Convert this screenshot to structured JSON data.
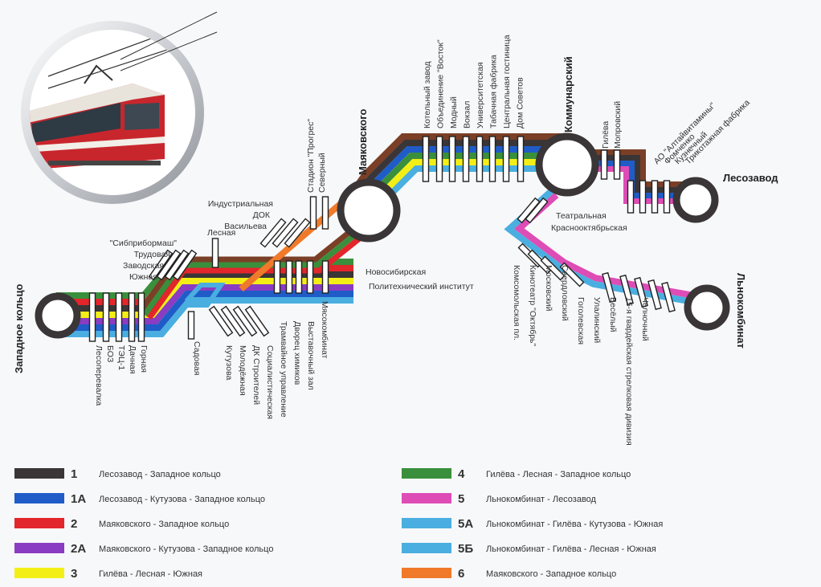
{
  "colors": {
    "black": "#3a3536",
    "blue": "#1f5cc8",
    "red": "#e2262b",
    "purple": "#8a3cc2",
    "yellow": "#f3ef16",
    "green": "#3a8f3c",
    "pink": "#de4cb6",
    "cyan": "#4aaee0",
    "orange": "#f07a2a",
    "brown": "#7a3f26"
  },
  "hubs": {
    "zapadnoe": "Западное кольцо",
    "mayakovskogo": "Маяковского",
    "kommunarsky": "Коммунарский",
    "lesozavod": "Лесозавод",
    "lnokombinat": "Льнокомбинат"
  },
  "stations": {
    "left_bottom": [
      "Лесоперевалка",
      "БОЗ",
      "ТЭЦ-1",
      "Дачная",
      "Горная"
    ],
    "left_top": [
      "\"Сибприбормаш\"",
      "Трудовая",
      "Заводская",
      "Южная"
    ],
    "lesnaya": "Лесная",
    "sadovaya": "Садовая",
    "middle_bottom": [
      "Кутузова",
      "Молодёжная",
      "ДК Строителей",
      "Социалистическая",
      "Трамвайное управление",
      "Дворец химиков",
      "Выставочный зал",
      "Мясокомбинат"
    ],
    "middle_top": [
      "Индустриальная",
      "ДОК",
      "Васильева"
    ],
    "stadium": [
      "Стадион \"Прогрес\"",
      "Северный"
    ],
    "right_of_mayak": [
      "Новосибирская",
      "Политехнический институт"
    ],
    "upper_row": [
      "Котельный завод",
      "Объединение \"Восток\"",
      "Модный",
      "Вокзал",
      "Университетская",
      "Табачная фабрика",
      "Центральная гостиница",
      "Дом Советов"
    ],
    "gileva": [
      "Гилёва",
      "Мопровский"
    ],
    "lesozavod_branch": [
      "АО \"Алтайвитамины\"",
      "Фомченко",
      "Кузнечный",
      "Трикотажная фабрика"
    ],
    "south_branch": [
      "Театральная",
      "Краснооктябрьская"
    ],
    "south_bottom": [
      "Комсомольская пл.",
      "Кинотеатр \"Октябрь\"",
      "Московский",
      "Свердловский",
      "Гоголевская",
      "Улалинский",
      "Весёлый",
      "15-я гвардейская стрелковая дивизия",
      "Челночный"
    ]
  },
  "legend": [
    {
      "num": "1",
      "desc": "Лесозавод - Западное кольцо",
      "color": "#3a3536"
    },
    {
      "num": "1А",
      "desc": "Лесозавод - Кутузова - Западное кольцо",
      "color": "#1f5cc8"
    },
    {
      "num": "2",
      "desc": "Маяковского - Западное кольцо",
      "color": "#e2262b"
    },
    {
      "num": "2А",
      "desc": "Маяковского - Кутузова - Западное кольцо",
      "color": "#8a3cc2"
    },
    {
      "num": "3",
      "desc": "Гилёва - Лесная - Южная",
      "color": "#f3ef16"
    },
    {
      "num": "4",
      "desc": "Гилёва - Лесная - Западное кольцо",
      "color": "#3a8f3c"
    },
    {
      "num": "5",
      "desc": "Льнокомбинат - Лесозавод",
      "color": "#de4cb6"
    },
    {
      "num": "5А",
      "desc": "Льнокомбинат - Гилёва - Кутузова - Южная",
      "color": "#4aaee0"
    },
    {
      "num": "5Б",
      "desc": "Льнокомбинат - Гилёва - Лесная - Южная",
      "color": "#4aaee0"
    },
    {
      "num": "6",
      "desc": "Маяковского - Западное кольцо",
      "color": "#f07a2a"
    }
  ]
}
